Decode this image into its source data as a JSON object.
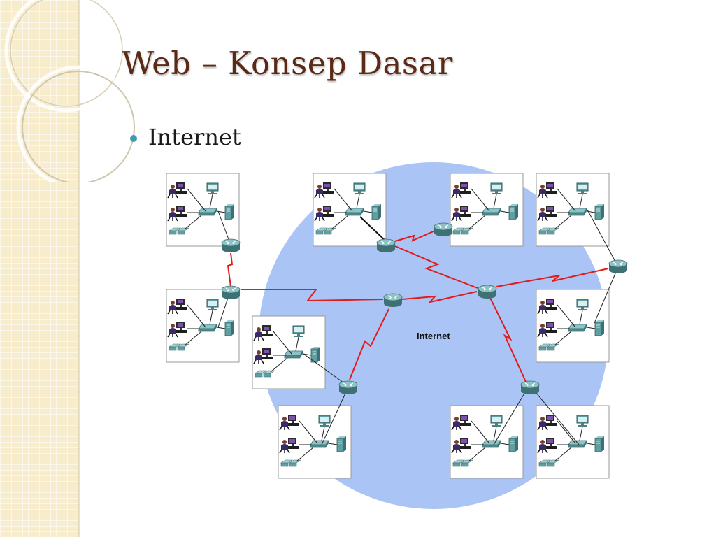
{
  "slide": {
    "title": "Web – Konsep Dasar",
    "bullet": "Internet",
    "cloud_label": "Internet"
  },
  "colors": {
    "title": "#5a2a17",
    "bullet_dot": "#3d9bb3",
    "cloud": "#a9c4f5",
    "wan_link": "#e31b1b",
    "device": "#5f9fa2",
    "sidebar": "#f7eccc"
  },
  "icons": [
    "user-workstation-icon",
    "pc-icon",
    "switch-icon",
    "server-icon",
    "ip-phone-icon",
    "router-icon"
  ]
}
